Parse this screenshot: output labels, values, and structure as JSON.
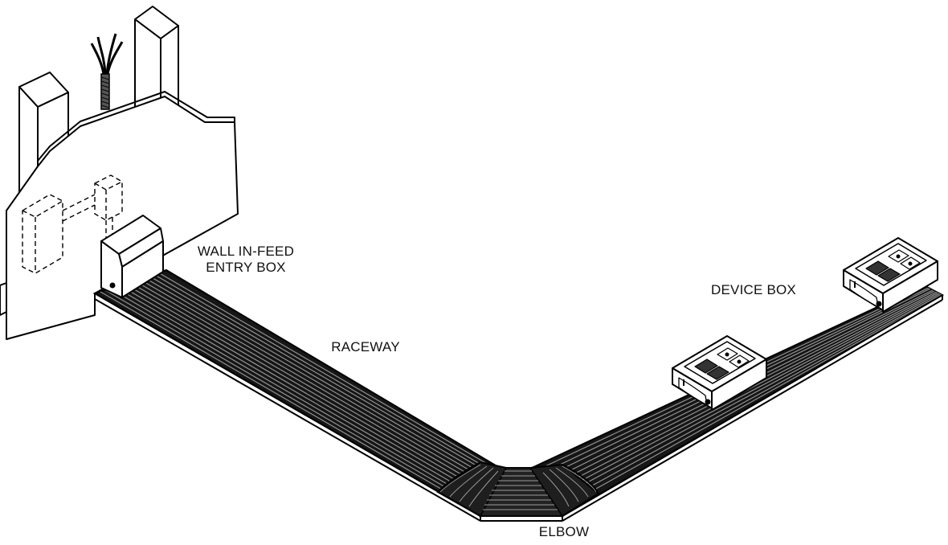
{
  "labels": {
    "wall_infeed": "WALL IN-FEED",
    "entry_box": "ENTRY BOX",
    "raceway": "RACEWAY",
    "device_box": "DEVICE BOX",
    "elbow": "ELBOW"
  },
  "colors": {
    "line": "#000000",
    "background": "#ffffff",
    "raceway_fill": "#1a1a1a",
    "raceway_stripe": "#8a8a8a"
  }
}
